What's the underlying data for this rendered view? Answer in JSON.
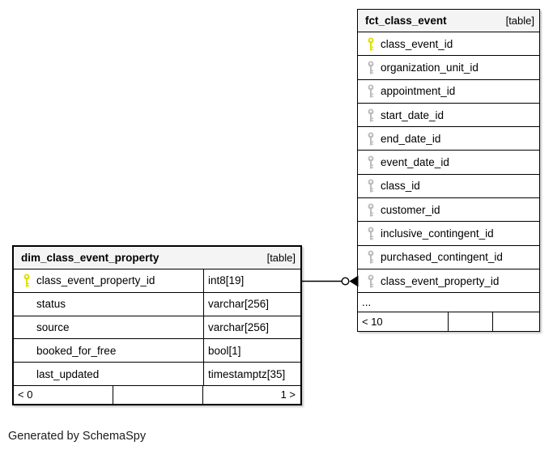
{
  "page": {
    "credit": "Generated by SchemaSpy"
  },
  "colors": {
    "primary_key": "#e1e100",
    "foreign_key": "#bdbdbd",
    "header_bg": "#f4f4f4",
    "border": "#000000"
  },
  "tables": [
    {
      "name": "fct_class_event",
      "badge": "[table]",
      "columns": [
        {
          "name": "class_event_id",
          "key": "primary"
        },
        {
          "name": "organization_unit_id",
          "key": "foreign"
        },
        {
          "name": "appointment_id",
          "key": "foreign"
        },
        {
          "name": "start_date_id",
          "key": "foreign"
        },
        {
          "name": "end_date_id",
          "key": "foreign"
        },
        {
          "name": "event_date_id",
          "key": "foreign"
        },
        {
          "name": "class_id",
          "key": "foreign"
        },
        {
          "name": "customer_id",
          "key": "foreign"
        },
        {
          "name": "inclusive_contingent_id",
          "key": "foreign"
        },
        {
          "name": "purchased_contingent_id",
          "key": "foreign"
        },
        {
          "name": "class_event_property_id",
          "key": "foreign"
        }
      ],
      "ellipsis": "...",
      "footer": {
        "left": "< 10",
        "middle": "",
        "right": ""
      }
    },
    {
      "name": "dim_class_event_property",
      "badge": "[table]",
      "columns": [
        {
          "name": "class_event_property_id",
          "type": "int8[19]",
          "key": "primary"
        },
        {
          "name": "status",
          "type": "varchar[256]"
        },
        {
          "name": "source",
          "type": "varchar[256]"
        },
        {
          "name": "booked_for_free",
          "type": "bool[1]"
        },
        {
          "name": "last_updated",
          "type": "timestamptz[35]"
        }
      ],
      "footer": {
        "left": "< 0",
        "middle": "",
        "right": "1 >"
      }
    }
  ],
  "relationship": {
    "from_table": "dim_class_event_property",
    "from_column": "class_event_property_id",
    "to_table": "fct_class_event",
    "to_column": "class_event_property_id"
  }
}
